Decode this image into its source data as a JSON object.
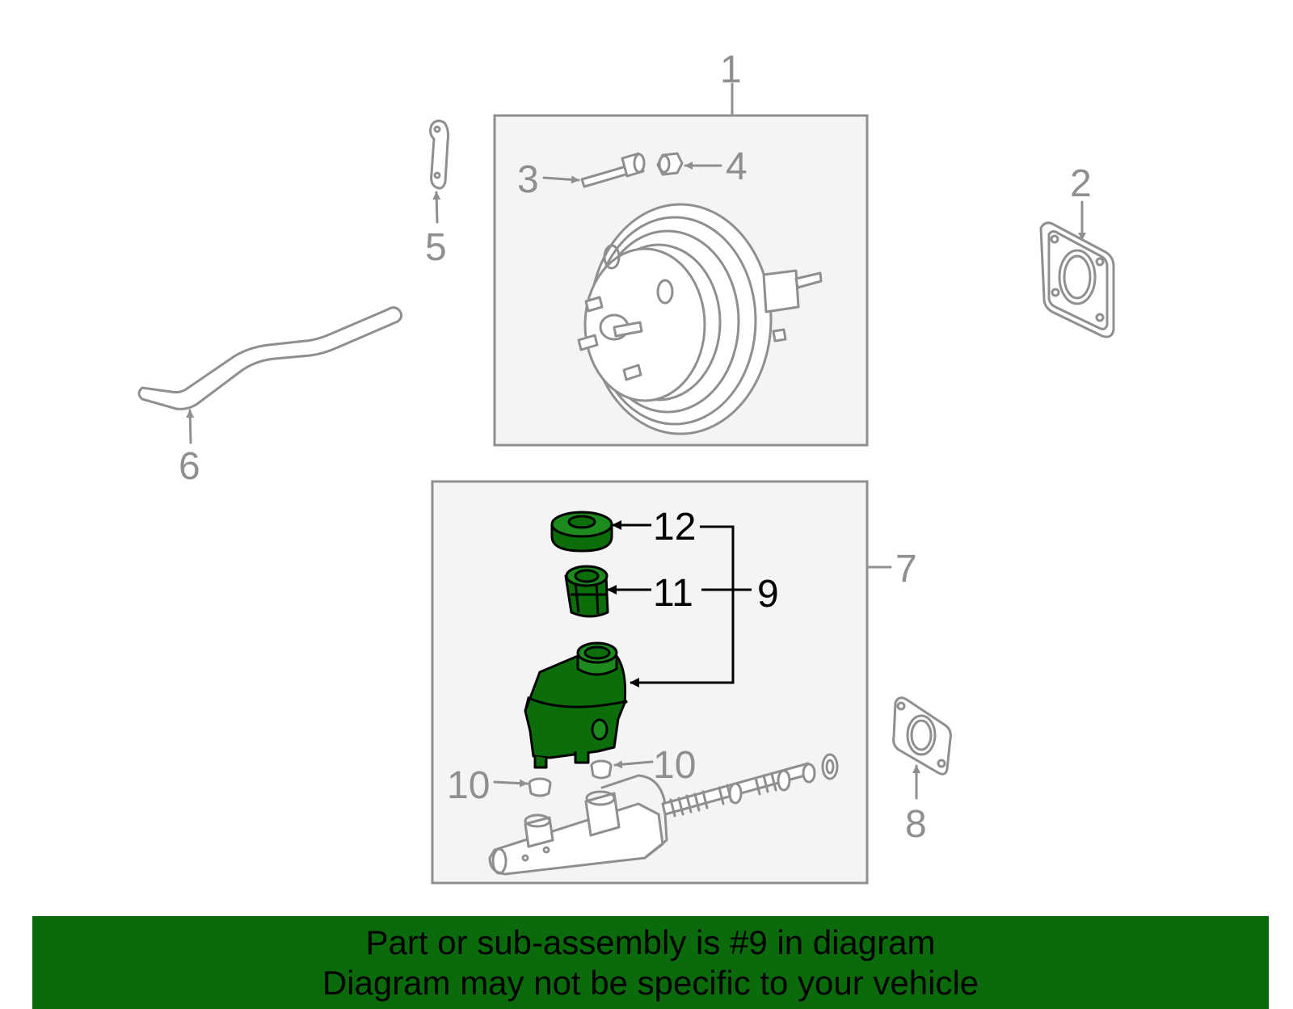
{
  "callouts": {
    "c1": "1",
    "c2": "2",
    "c3": "3",
    "c4": "4",
    "c5": "5",
    "c6": "6",
    "c7": "7",
    "c8": "8",
    "c9": "9",
    "c10a": "10",
    "c10b": "10",
    "c11": "11",
    "c12": "12"
  },
  "banner": {
    "line1": "Part or sub-assembly is #9 in diagram",
    "line2": "Diagram may not be specific to your vehicle"
  },
  "colors": {
    "highlight": "#0b6e0b",
    "banner_bg": "#0b6a0b",
    "line_gray": "#8f8f8f",
    "panel_bg": "#f4f4f4"
  }
}
